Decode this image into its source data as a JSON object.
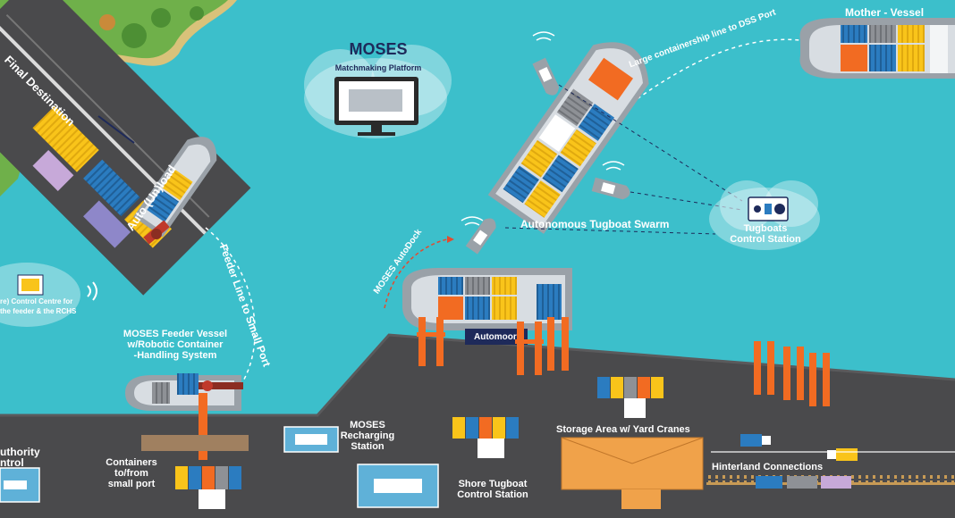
{
  "labels": {
    "final_destination": "Final Destination",
    "auto_unload": "Auto (Un)load",
    "feeder_line": "Feeder Line to Small Port",
    "control_centre": [
      "re)  Control  Centre  for",
      "the feeder & the RCHS"
    ],
    "feeder_vessel": [
      "MOSES Feeder Vessel",
      "w/Robotic Container",
      "-Handling System"
    ],
    "authority": [
      "uthority",
      "ntrol"
    ],
    "containers_small_port": [
      "Containers",
      "to/from",
      "small port"
    ],
    "recharging_station": [
      "MOSES",
      "Recharging",
      "Station"
    ],
    "shore_tugboat": [
      "Shore Tugboat",
      "Control Station"
    ],
    "platform_title": "MOSES",
    "platform_subtitle": "Matchmaking Platform",
    "large_line": "Large containership line to DSS Port",
    "mother_vessel": "Mother - Vessel",
    "tugboat_swarm": "Autonomous Tugboat Swarm",
    "tugboats_control": [
      "Tugboats",
      "Control Station"
    ],
    "autodock": "MOSES AutoDock",
    "automoor": "Automoor",
    "storage_area": "Storage Area  w/ Yard Cranes",
    "hinterland": "Hinterland Connections"
  },
  "colors": {
    "sea": "#3cbfcb",
    "quay": "#4a4a4c",
    "cloud": "#ffffff",
    "crane_orange": "#f26b22",
    "container_yellow": "#f9c41a",
    "container_blue": "#2b7cc0",
    "container_grey": "#8e9196",
    "hull": "#9aa1a8",
    "deck": "#d8dde2",
    "text_navy": "#1e2a5a",
    "storage_roof": "#f0a24a"
  },
  "icons": [
    "wifi-icon",
    "cloud-icon",
    "monitor-icon",
    "control-panel-icon",
    "robot-arm-icon",
    "truck-icon",
    "train-icon",
    "island-icon"
  ]
}
